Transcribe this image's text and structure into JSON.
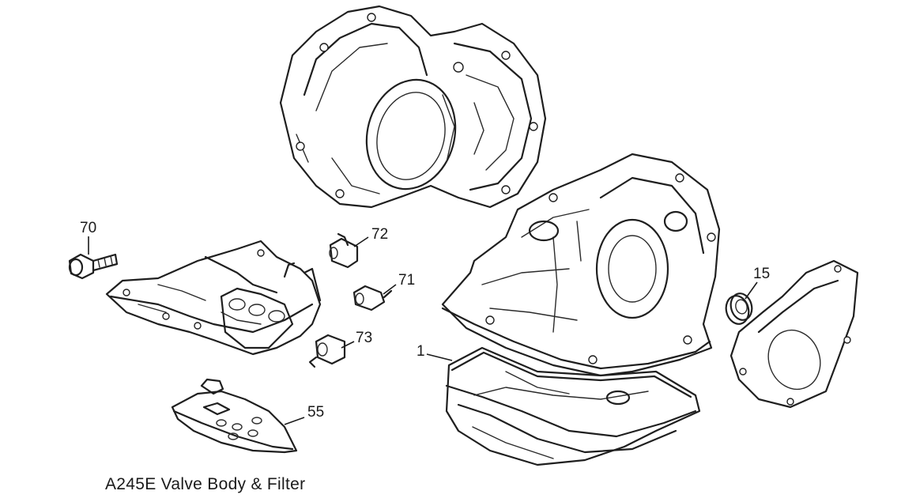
{
  "callouts": {
    "c70": "70",
    "c72": "72",
    "c71": "71",
    "c73": "73",
    "c15": "15",
    "c1": "1",
    "c55": "55"
  },
  "caption": "A245E Valve Body & Filter"
}
